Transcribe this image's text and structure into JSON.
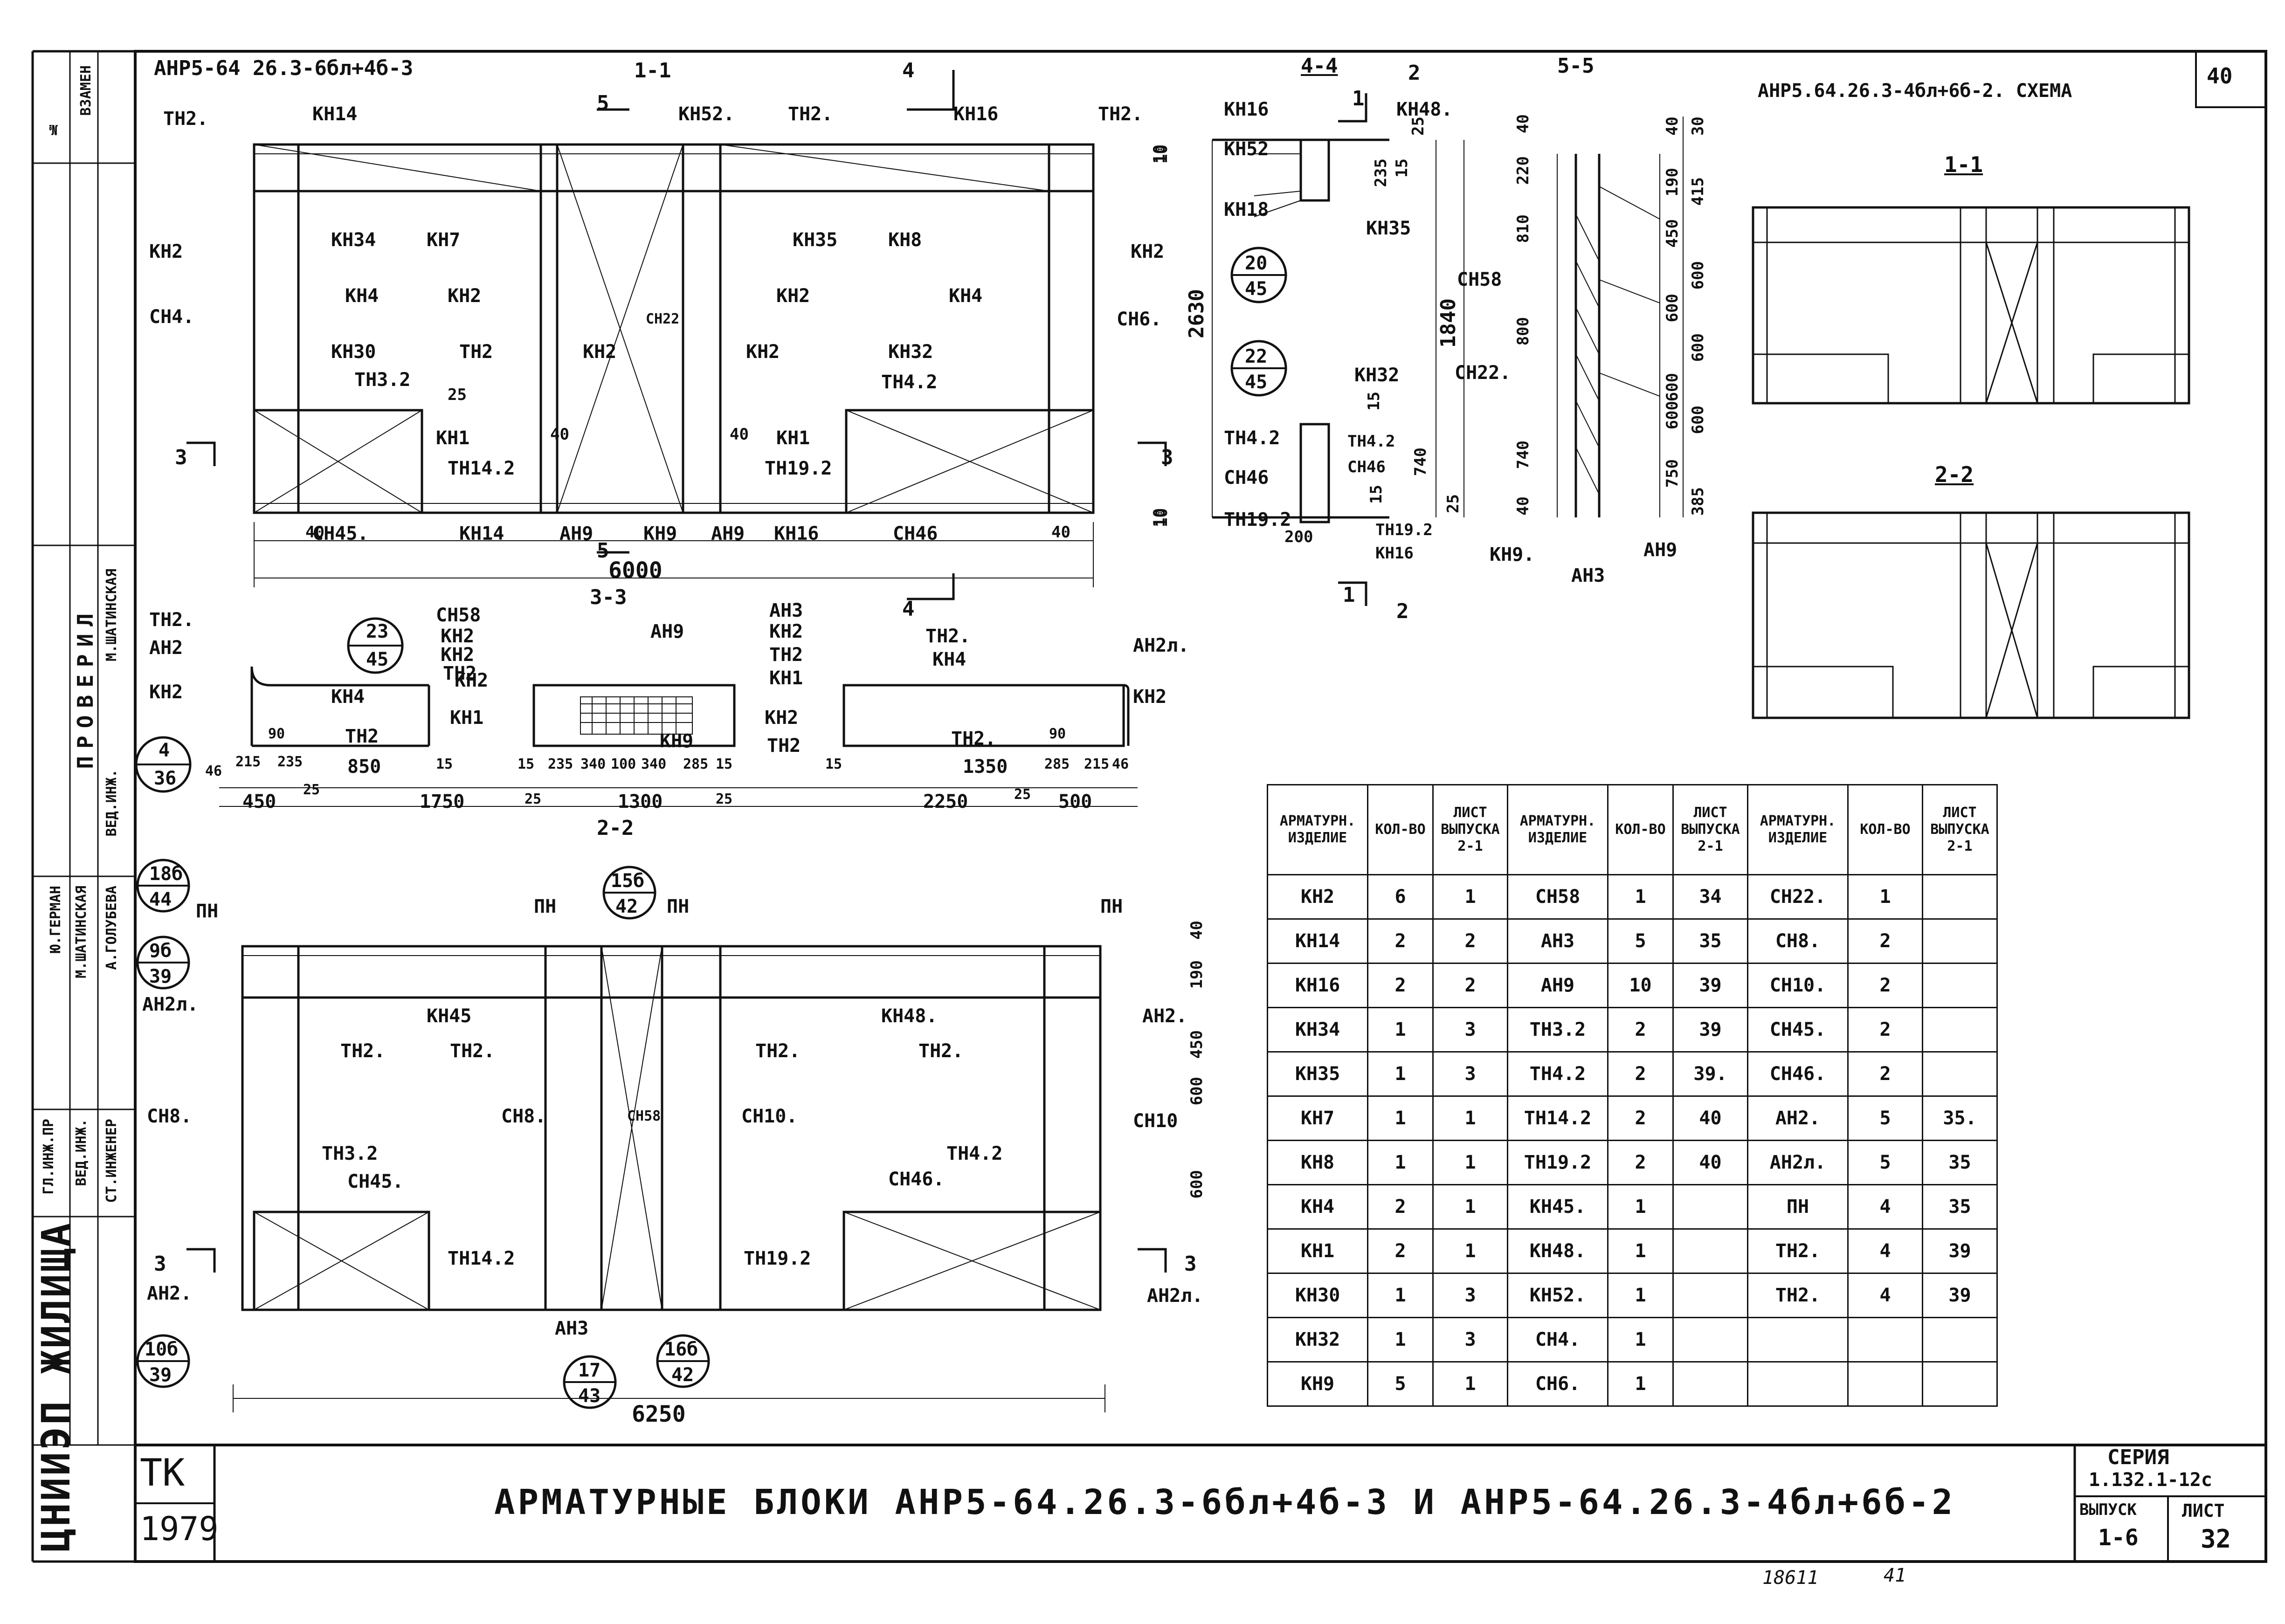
{
  "sheet": {
    "sheet_number_box": "40",
    "block_title_left": "АНР5-64 26.3-6бл+4б-3",
    "block_title_right": "АНР5.64.26.3-4бл+6б-2. СХЕМА",
    "title": "АРМАТУРНЫЕ БЛОКИ АНР5-64.26.3-6бл+4б-3 И АНР5-64.26.3-4бл+6б-2",
    "org_tk": "ТК",
    "org_year": "1979",
    "org_name": "ЦНИИЭП ЖИЛИЩА",
    "series_label": "СЕРИЯ",
    "series_value": "1.132.1-12с",
    "issue_label": "ВЫПУСК",
    "issue_value": "1-6",
    "list_label": "ЛИСТ",
    "list_value": "32",
    "bottom_number": "18611",
    "bottom_number2": "41"
  },
  "side_stamp": {
    "inv_no": "№",
    "vzamen": "ВЗАМЕН",
    "proveril": "ПРОВЕРИЛ",
    "rows": [
      {
        "role": "ГЛ.ИНЖ.ПР",
        "name": "Ю.ГЕРМАН"
      },
      {
        "role": "ВЕД.ИНЖ.",
        "name": "М.ШАТИНСКАЯ"
      },
      {
        "role": "СТ.ИНЖЕНЕР",
        "name": "А.ГОЛУБЕВА"
      }
    ],
    "ved_inzh": "ВЕД.ИНЖ.",
    "shatinskaya": "М.ШАТИНСКАЯ"
  },
  "views": {
    "top_elevation": {
      "section_1_1": "1-1",
      "section_4": "4",
      "section_5": "5",
      "section_3": "3",
      "dim_6000": "6000",
      "labels": [
        "ТН2.",
        "КН14",
        "КН52.",
        "ТН2.",
        "КН16",
        "ТН2.",
        "КН2",
        "СН4.",
        "КН34",
        "КН7",
        "КН4",
        "КН2",
        "КН30",
        "ТН2",
        "КН2",
        "ТН3.2",
        "СН22",
        "КН35",
        "КН8",
        "КН2",
        "КН4",
        "КН2",
        "СН6.",
        "КН2",
        "КН32",
        "ТН4.2",
        "КН1",
        "ТН14.2",
        "ТН19.2",
        "КН1",
        "СН45.",
        "КН14",
        "АН9",
        "КН9",
        "АН9",
        "КН16",
        "СН46"
      ],
      "dims": [
        "40",
        "40",
        "40",
        "25",
        "10",
        "10",
        "40"
      ]
    },
    "section_4_4": {
      "title": "4-4",
      "labels": [
        "КН16",
        "КН48.",
        "КН52",
        "КН18",
        "КН35",
        "КН32",
        "ТН4.2",
        "ТН4.2",
        "СН46",
        "СН46",
        "ТН19.2",
        "ТН19.2",
        "КН16"
      ],
      "circle_a_top": "20",
      "circle_a_bottom": "45",
      "circle_b_top": "22",
      "circle_b_bottom": "45",
      "dims": [
        "2630",
        "1840",
        "235",
        "15",
        "25",
        "15",
        "740",
        "15",
        "25",
        "200",
        "10",
        "10"
      ],
      "marks": [
        "1",
        "2",
        "1",
        "2"
      ]
    },
    "section_5_5": {
      "title": "5-5",
      "left_dims": [
        "40",
        "220",
        "810",
        "800",
        "740",
        "40"
      ],
      "right_dims": [
        "40",
        "190",
        "450",
        "600",
        "600",
        "600",
        "750",
        "385",
        "30",
        "415",
        "600",
        "600",
        "600"
      ],
      "labels": [
        "СН58",
        "СН22.",
        "КН9.",
        "АН3",
        "АН9"
      ]
    },
    "section_3_3": {
      "title": "3-3",
      "circle_a_top": "23",
      "circle_a_bottom": "45",
      "circle_b_top": "4",
      "circle_b_bottom": "36",
      "labels": [
        "ТН2.",
        "АН2",
        "КН2",
        "КН4",
        "ТН2",
        "КН2",
        "СН58",
        "КН2",
        "ТН2",
        "КН2",
        "КН1",
        "КН9",
        "АН9",
        "АН3",
        "КН2",
        "ТН2",
        "КН1",
        "КН2",
        "ТН2",
        "ТН2.",
        "КН4",
        "ТН2.",
        "АН2л.",
        "КН2"
      ],
      "dims_small": [
        "46",
        "215",
        "235",
        "90",
        "850",
        "15",
        "15",
        "235",
        "340",
        "100",
        "340",
        "285",
        "15",
        "15",
        "1350",
        "90",
        "285",
        "215",
        "46"
      ],
      "dims_big": [
        "450",
        "25",
        "1750",
        "25",
        "1300",
        "25",
        "2250",
        "25",
        "500"
      ]
    },
    "section_2_2": {
      "title": "2-2",
      "circles": [
        {
          "top": "18б",
          "bottom": "44"
        },
        {
          "top": "9б",
          "bottom": "39"
        },
        {
          "top": "15б",
          "bottom": "42"
        },
        {
          "top": "10б",
          "bottom": "39"
        },
        {
          "top": "17",
          "bottom": "43"
        },
        {
          "top": "16б",
          "bottom": "42"
        }
      ],
      "labels": [
        "ПН",
        "ПН",
        "ПН",
        "ПН",
        "АН2л.",
        "КН45",
        "КН48.",
        "АН2.",
        "ТН2.",
        "ТН2.",
        "ТН2.",
        "ТН2.",
        "СН8.",
        "СН8.",
        "СН58",
        "СН10.",
        "СН10",
        "ТН3.2",
        "СН45.",
        "ТН4.2",
        "СН46.",
        "ТН14.2",
        "ТН19.2",
        "АН2.",
        "АН2л.",
        "АН3",
        "3",
        "3"
      ],
      "dims_right": [
        "40",
        "190",
        "450",
        "600",
        "600"
      ],
      "dim_6250": "6250"
    },
    "scheme": {
      "section_1_1": "1-1",
      "section_2_2": "2-2"
    }
  },
  "spec_table": {
    "headers": [
      "АРМАТУРН. ИЗДЕЛИЕ",
      "КОЛ-ВО",
      "ЛИСТ ВЫПУСКА 2-1",
      "АРМАТУРН. ИЗДЕЛИЕ",
      "КОЛ-ВО",
      "ЛИСТ ВЫПУСКА 2-1",
      "АРМАТУРН. ИЗДЕЛИЕ",
      "КОЛ-ВО",
      "ЛИСТ ВЫПУСКА 2-1"
    ],
    "rows": [
      [
        "КН2",
        "6",
        "1",
        "СН58",
        "1",
        "34",
        "СН22.",
        "1",
        ""
      ],
      [
        "КН14",
        "2",
        "2",
        "АН3",
        "5",
        "35",
        "СН8.",
        "2",
        ""
      ],
      [
        "КН16",
        "2",
        "2",
        "АН9",
        "10",
        "39",
        "СН10.",
        "2",
        ""
      ],
      [
        "КН34",
        "1",
        "3",
        "ТН3.2",
        "2",
        "39",
        "СН45.",
        "2",
        ""
      ],
      [
        "КН35",
        "1",
        "3",
        "ТН4.2",
        "2",
        "39.",
        "СН46.",
        "2",
        ""
      ],
      [
        "КН7",
        "1",
        "1",
        "ТН14.2",
        "2",
        "40",
        "АН2.",
        "5",
        "35."
      ],
      [
        "КН8",
        "1",
        "1",
        "ТН19.2",
        "2",
        "40",
        "АН2л.",
        "5",
        "35"
      ],
      [
        "КН4",
        "2",
        "1",
        "КН45.",
        "1",
        "",
        "ПН",
        "4",
        "35"
      ],
      [
        "КН1",
        "2",
        "1",
        "КН48.",
        "1",
        "",
        "ТН2.",
        "4",
        "39"
      ],
      [
        "КН30",
        "1",
        "3",
        "КН52.",
        "1",
        "",
        "ТН2.",
        "4",
        "39"
      ],
      [
        "КН32",
        "1",
        "3",
        "СН4.",
        "1",
        "",
        "",
        "",
        ""
      ],
      [
        "КН9",
        "5",
        "1",
        "СН6.",
        "1",
        "",
        "",
        "",
        ""
      ]
    ]
  }
}
